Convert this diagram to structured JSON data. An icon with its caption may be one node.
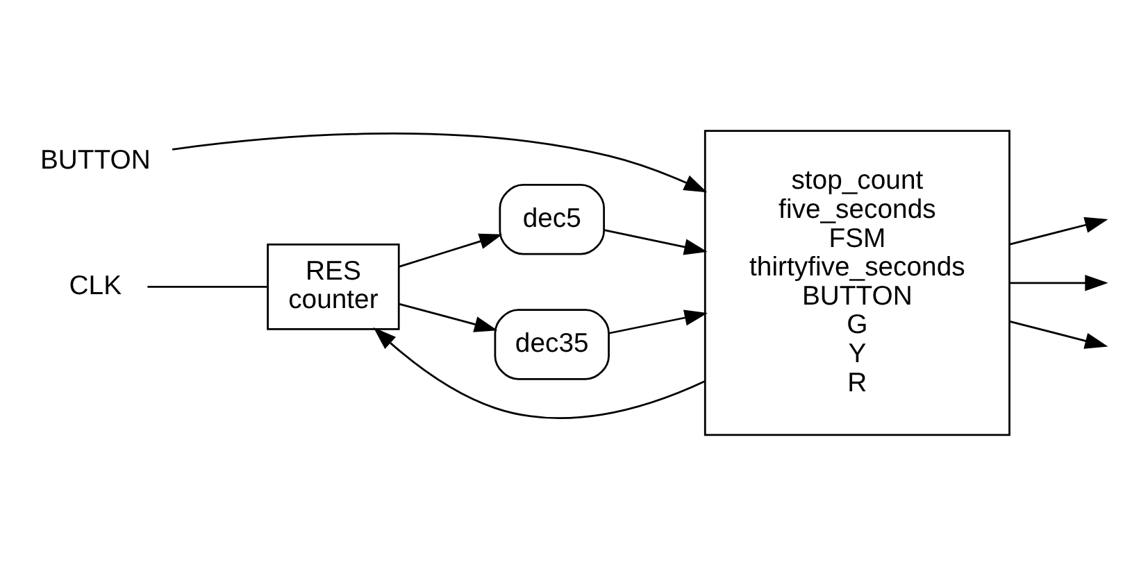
{
  "diagram": {
    "nodes": [
      {
        "text": [
          "RES",
          "counter"
        ]
      },
      {
        "text": [
          "dec5"
        ]
      },
      {
        "text": [
          "dec35"
        ]
      },
      {
        "text": [
          "stop_count",
          "five_seconds",
          "FSM",
          "thirtyfive_seconds",
          "BUTTON",
          "G",
          "Y",
          "R"
        ]
      },
      {
        "text": [
          "CLK"
        ]
      },
      {
        "text": [
          "BUTTON"
        ]
      }
    ],
    "edges": [
      {
        "from": 4,
        "to": 0,
        "arrow": "none"
      },
      {
        "from": 0,
        "to": 1,
        "arrow": "to"
      },
      {
        "from": 0,
        "to": 2,
        "arrow": "to"
      },
      {
        "from": 1,
        "to": 3,
        "arrow": "to"
      },
      {
        "from": 2,
        "to": 3,
        "arrow": "to"
      },
      {
        "from": 3,
        "to": 0,
        "arrow": "to"
      },
      {
        "from": 5,
        "to": 3,
        "arrow": "to"
      },
      {
        "from": 3,
        "to": null,
        "arrow": "to"
      },
      {
        "from": 3,
        "to": null,
        "arrow": "to"
      },
      {
        "from": 3,
        "to": null,
        "arrow": "to"
      }
    ]
  }
}
